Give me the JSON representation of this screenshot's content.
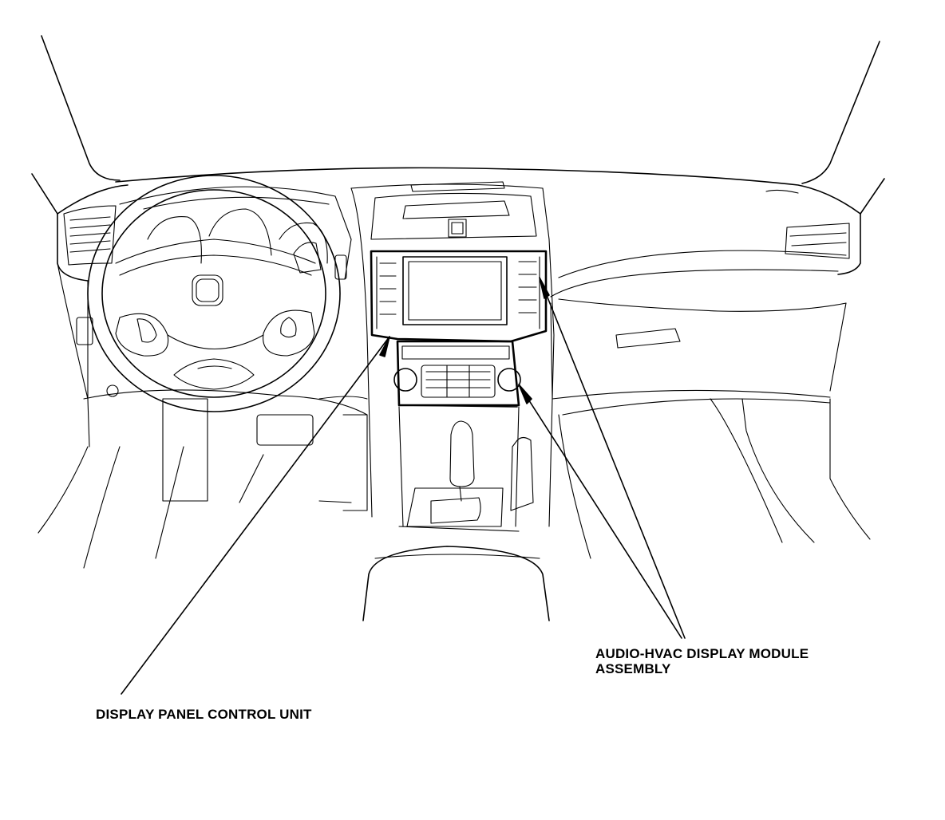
{
  "figure": {
    "callouts": [
      {
        "id": "audio-hvac",
        "lines": [
          "AUDIO-HVAC DISPLAY MODULE",
          "ASSEMBLY"
        ]
      },
      {
        "id": "display-panel",
        "lines": [
          "DISPLAY PANEL CONTROL UNIT"
        ]
      }
    ]
  },
  "colors": {
    "ink": "#000000",
    "paper": "#ffffff"
  }
}
